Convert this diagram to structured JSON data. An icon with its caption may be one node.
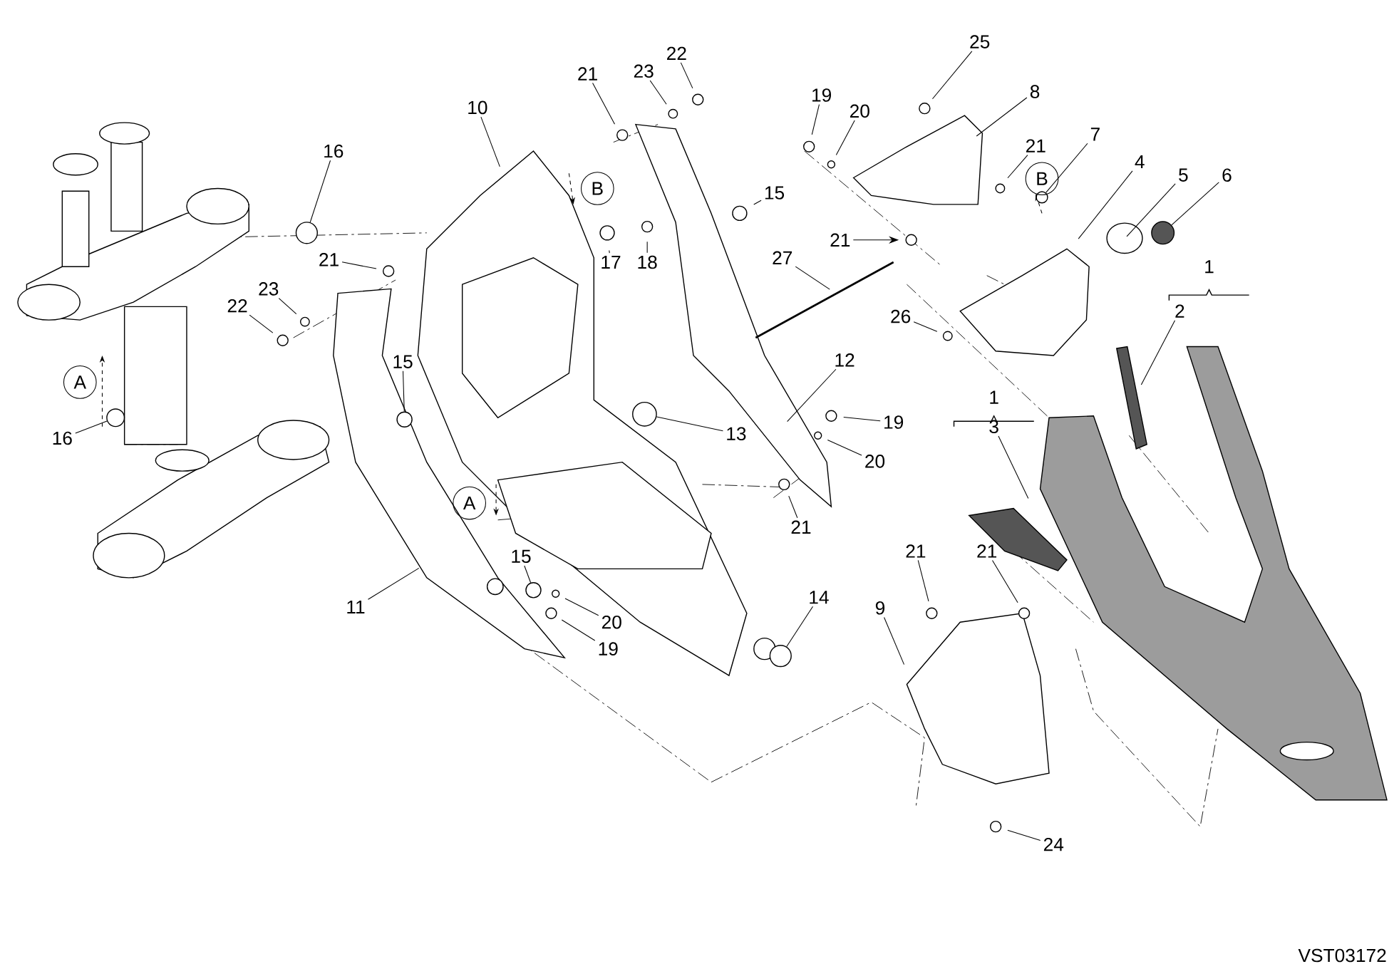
{
  "diagram": {
    "nodes": [
      {
        "text": [
          "16"
        ]
      },
      {
        "text": [
          "10"
        ]
      },
      {
        "text": [
          "21"
        ]
      },
      {
        "text": [
          "23"
        ]
      },
      {
        "text": [
          "22"
        ]
      },
      {
        "text": [
          "19"
        ]
      },
      {
        "text": [
          "20"
        ]
      },
      {
        "text": [
          "25"
        ]
      },
      {
        "text": [
          "8"
        ]
      },
      {
        "text": [
          "21"
        ]
      },
      {
        "text": [
          "7"
        ]
      },
      {
        "text": [
          "4"
        ]
      },
      {
        "text": [
          "5"
        ]
      },
      {
        "text": [
          "6"
        ]
      },
      {
        "text": [
          "15"
        ]
      },
      {
        "text": [
          "17"
        ]
      },
      {
        "text": [
          "18"
        ]
      },
      {
        "text": [
          "21"
        ]
      },
      {
        "text": [
          "23"
        ]
      },
      {
        "text": [
          "22"
        ]
      },
      {
        "text": [
          "21"
        ]
      },
      {
        "text": [
          "27"
        ]
      },
      {
        "text": [
          "26"
        ]
      },
      {
        "text": [
          "2"
        ]
      },
      {
        "text": [
          "12"
        ]
      },
      {
        "text": [
          "15"
        ]
      },
      {
        "text": [
          "13"
        ]
      },
      {
        "text": [
          "16"
        ]
      },
      {
        "text": [
          "19"
        ]
      },
      {
        "text": [
          "20"
        ]
      },
      {
        "text": [
          "3"
        ]
      },
      {
        "text": [
          "21"
        ]
      },
      {
        "text": [
          "11"
        ]
      },
      {
        "text": [
          "15"
        ]
      },
      {
        "text": [
          "20"
        ]
      },
      {
        "text": [
          "19"
        ]
      },
      {
        "text": [
          "14"
        ]
      },
      {
        "text": [
          "21"
        ]
      },
      {
        "text": [
          "21"
        ]
      },
      {
        "text": [
          "9"
        ]
      },
      {
        "text": [
          "24"
        ]
      },
      {
        "text": [],
        "shape": "circle"
      },
      {
        "text": [],
        "shape": "circle"
      },
      {
        "text": [],
        "shape": "circle"
      },
      {
        "text": [],
        "shape": "circle"
      },
      {
        "text": [],
        "shape": "circle"
      },
      {
        "text": [],
        "shape": "circle"
      },
      {
        "text": [],
        "shape": "circle"
      },
      {
        "text": [],
        "shape": "circle"
      }
    ],
    "edges": [
      {
        "from": 0,
        "to": 42,
        "arrow": "none"
      },
      {
        "from": 1,
        "to": null,
        "arrow": "none"
      },
      {
        "from": 2,
        "to": null,
        "arrow": "none"
      },
      {
        "from": 3,
        "to": null,
        "arrow": "none"
      },
      {
        "from": 4,
        "to": null,
        "arrow": "none"
      },
      {
        "from": 5,
        "to": null,
        "arrow": "none"
      },
      {
        "from": 6,
        "to": null,
        "arrow": "none"
      },
      {
        "from": 7,
        "to": null,
        "arrow": "none"
      },
      {
        "from": 8,
        "to": null,
        "arrow": "none"
      },
      {
        "from": 9,
        "to": null,
        "arrow": "none"
      },
      {
        "from": 10,
        "to": 47,
        "arrow": "none"
      },
      {
        "from": 11,
        "to": null,
        "arrow": "none"
      },
      {
        "from": 12,
        "to": null,
        "arrow": "none"
      },
      {
        "from": 13,
        "to": 48,
        "arrow": "none"
      },
      {
        "from": 14,
        "to": null,
        "arrow": "none"
      },
      {
        "from": 15,
        "to": null,
        "arrow": "none"
      },
      {
        "from": 16,
        "to": null,
        "arrow": "none"
      },
      {
        "from": 17,
        "to": null,
        "arrow": "none"
      },
      {
        "from": 18,
        "to": null,
        "arrow": "none"
      },
      {
        "from": 19,
        "to": null,
        "arrow": "none"
      },
      {
        "from": 20,
        "to": null,
        "arrow": "to"
      },
      {
        "from": 21,
        "to": null,
        "arrow": "none"
      },
      {
        "from": 22,
        "to": null,
        "arrow": "none"
      },
      {
        "from": 23,
        "to": null,
        "arrow": "none"
      },
      {
        "from": 24,
        "to": null,
        "arrow": "none"
      },
      {
        "from": 25,
        "to": 43,
        "arrow": "none"
      },
      {
        "from": 26,
        "to": 45,
        "arrow": "none"
      },
      {
        "from": 27,
        "to": 41,
        "arrow": "none"
      },
      {
        "from": 28,
        "to": null,
        "arrow": "none"
      },
      {
        "from": 29,
        "to": null,
        "arrow": "none"
      },
      {
        "from": 30,
        "to": null,
        "arrow": "none"
      },
      {
        "from": 31,
        "to": null,
        "arrow": "none"
      },
      {
        "from": 32,
        "to": null,
        "arrow": "none"
      },
      {
        "from": 33,
        "to": 44,
        "arrow": "none"
      },
      {
        "from": 34,
        "to": null,
        "arrow": "none"
      },
      {
        "from": 35,
        "to": null,
        "arrow": "none"
      },
      {
        "from": 36,
        "to": 46,
        "arrow": "none"
      },
      {
        "from": 37,
        "to": null,
        "arrow": "none"
      },
      {
        "from": 38,
        "to": null,
        "arrow": "none"
      },
      {
        "from": 39,
        "to": null,
        "arrow": "none"
      },
      {
        "from": 40,
        "to": null,
        "arrow": "none"
      }
    ],
    "labels": [
      "B",
      "B",
      "1",
      "A",
      "1",
      "A",
      "VST03172"
    ]
  }
}
